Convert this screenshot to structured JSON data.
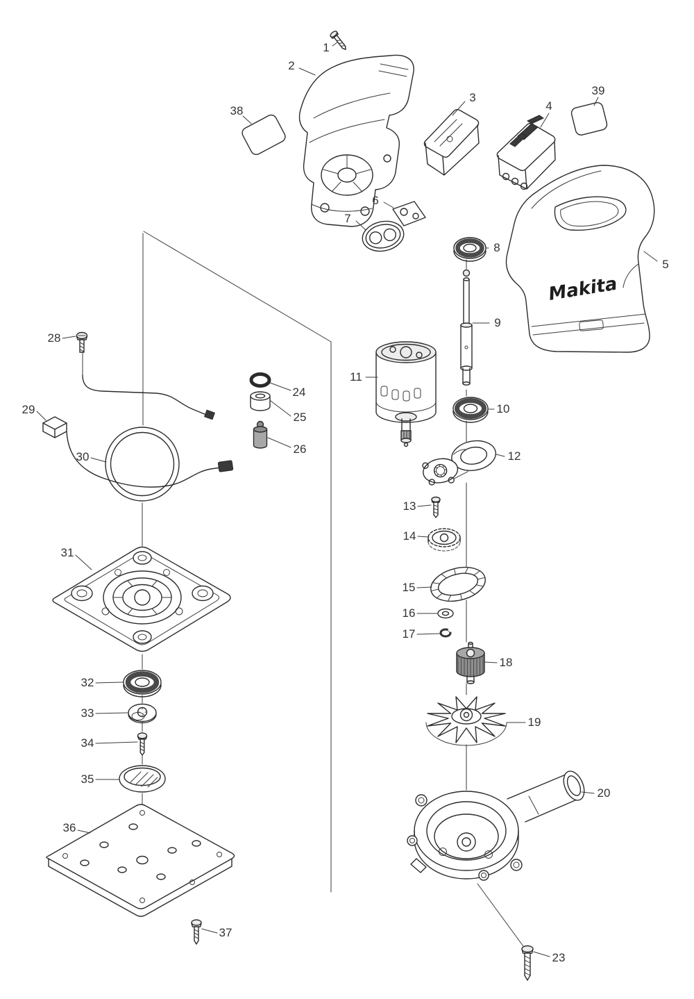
{
  "diagram": {
    "kind": "exploded-parts-diagram",
    "brand_label": "Makita",
    "ink_color": "#2b2b2b",
    "background_color": "#ffffff",
    "callouts": [
      {
        "number": "1"
      },
      {
        "number": "2"
      },
      {
        "number": "3"
      },
      {
        "number": "4"
      },
      {
        "number": "5"
      },
      {
        "number": "6"
      },
      {
        "number": "7"
      },
      {
        "number": "8"
      },
      {
        "number": "9"
      },
      {
        "number": "10"
      },
      {
        "number": "11"
      },
      {
        "number": "12"
      },
      {
        "number": "13"
      },
      {
        "number": "14"
      },
      {
        "number": "15"
      },
      {
        "number": "16"
      },
      {
        "number": "17"
      },
      {
        "number": "18"
      },
      {
        "number": "19"
      },
      {
        "number": "20"
      },
      {
        "number": "23"
      },
      {
        "number": "24"
      },
      {
        "number": "25"
      },
      {
        "number": "26"
      },
      {
        "number": "28"
      },
      {
        "number": "29"
      },
      {
        "number": "30"
      },
      {
        "number": "31"
      },
      {
        "number": "32"
      },
      {
        "number": "33"
      },
      {
        "number": "34"
      },
      {
        "number": "35"
      },
      {
        "number": "36"
      },
      {
        "number": "37"
      },
      {
        "number": "38"
      },
      {
        "number": "39"
      }
    ]
  }
}
